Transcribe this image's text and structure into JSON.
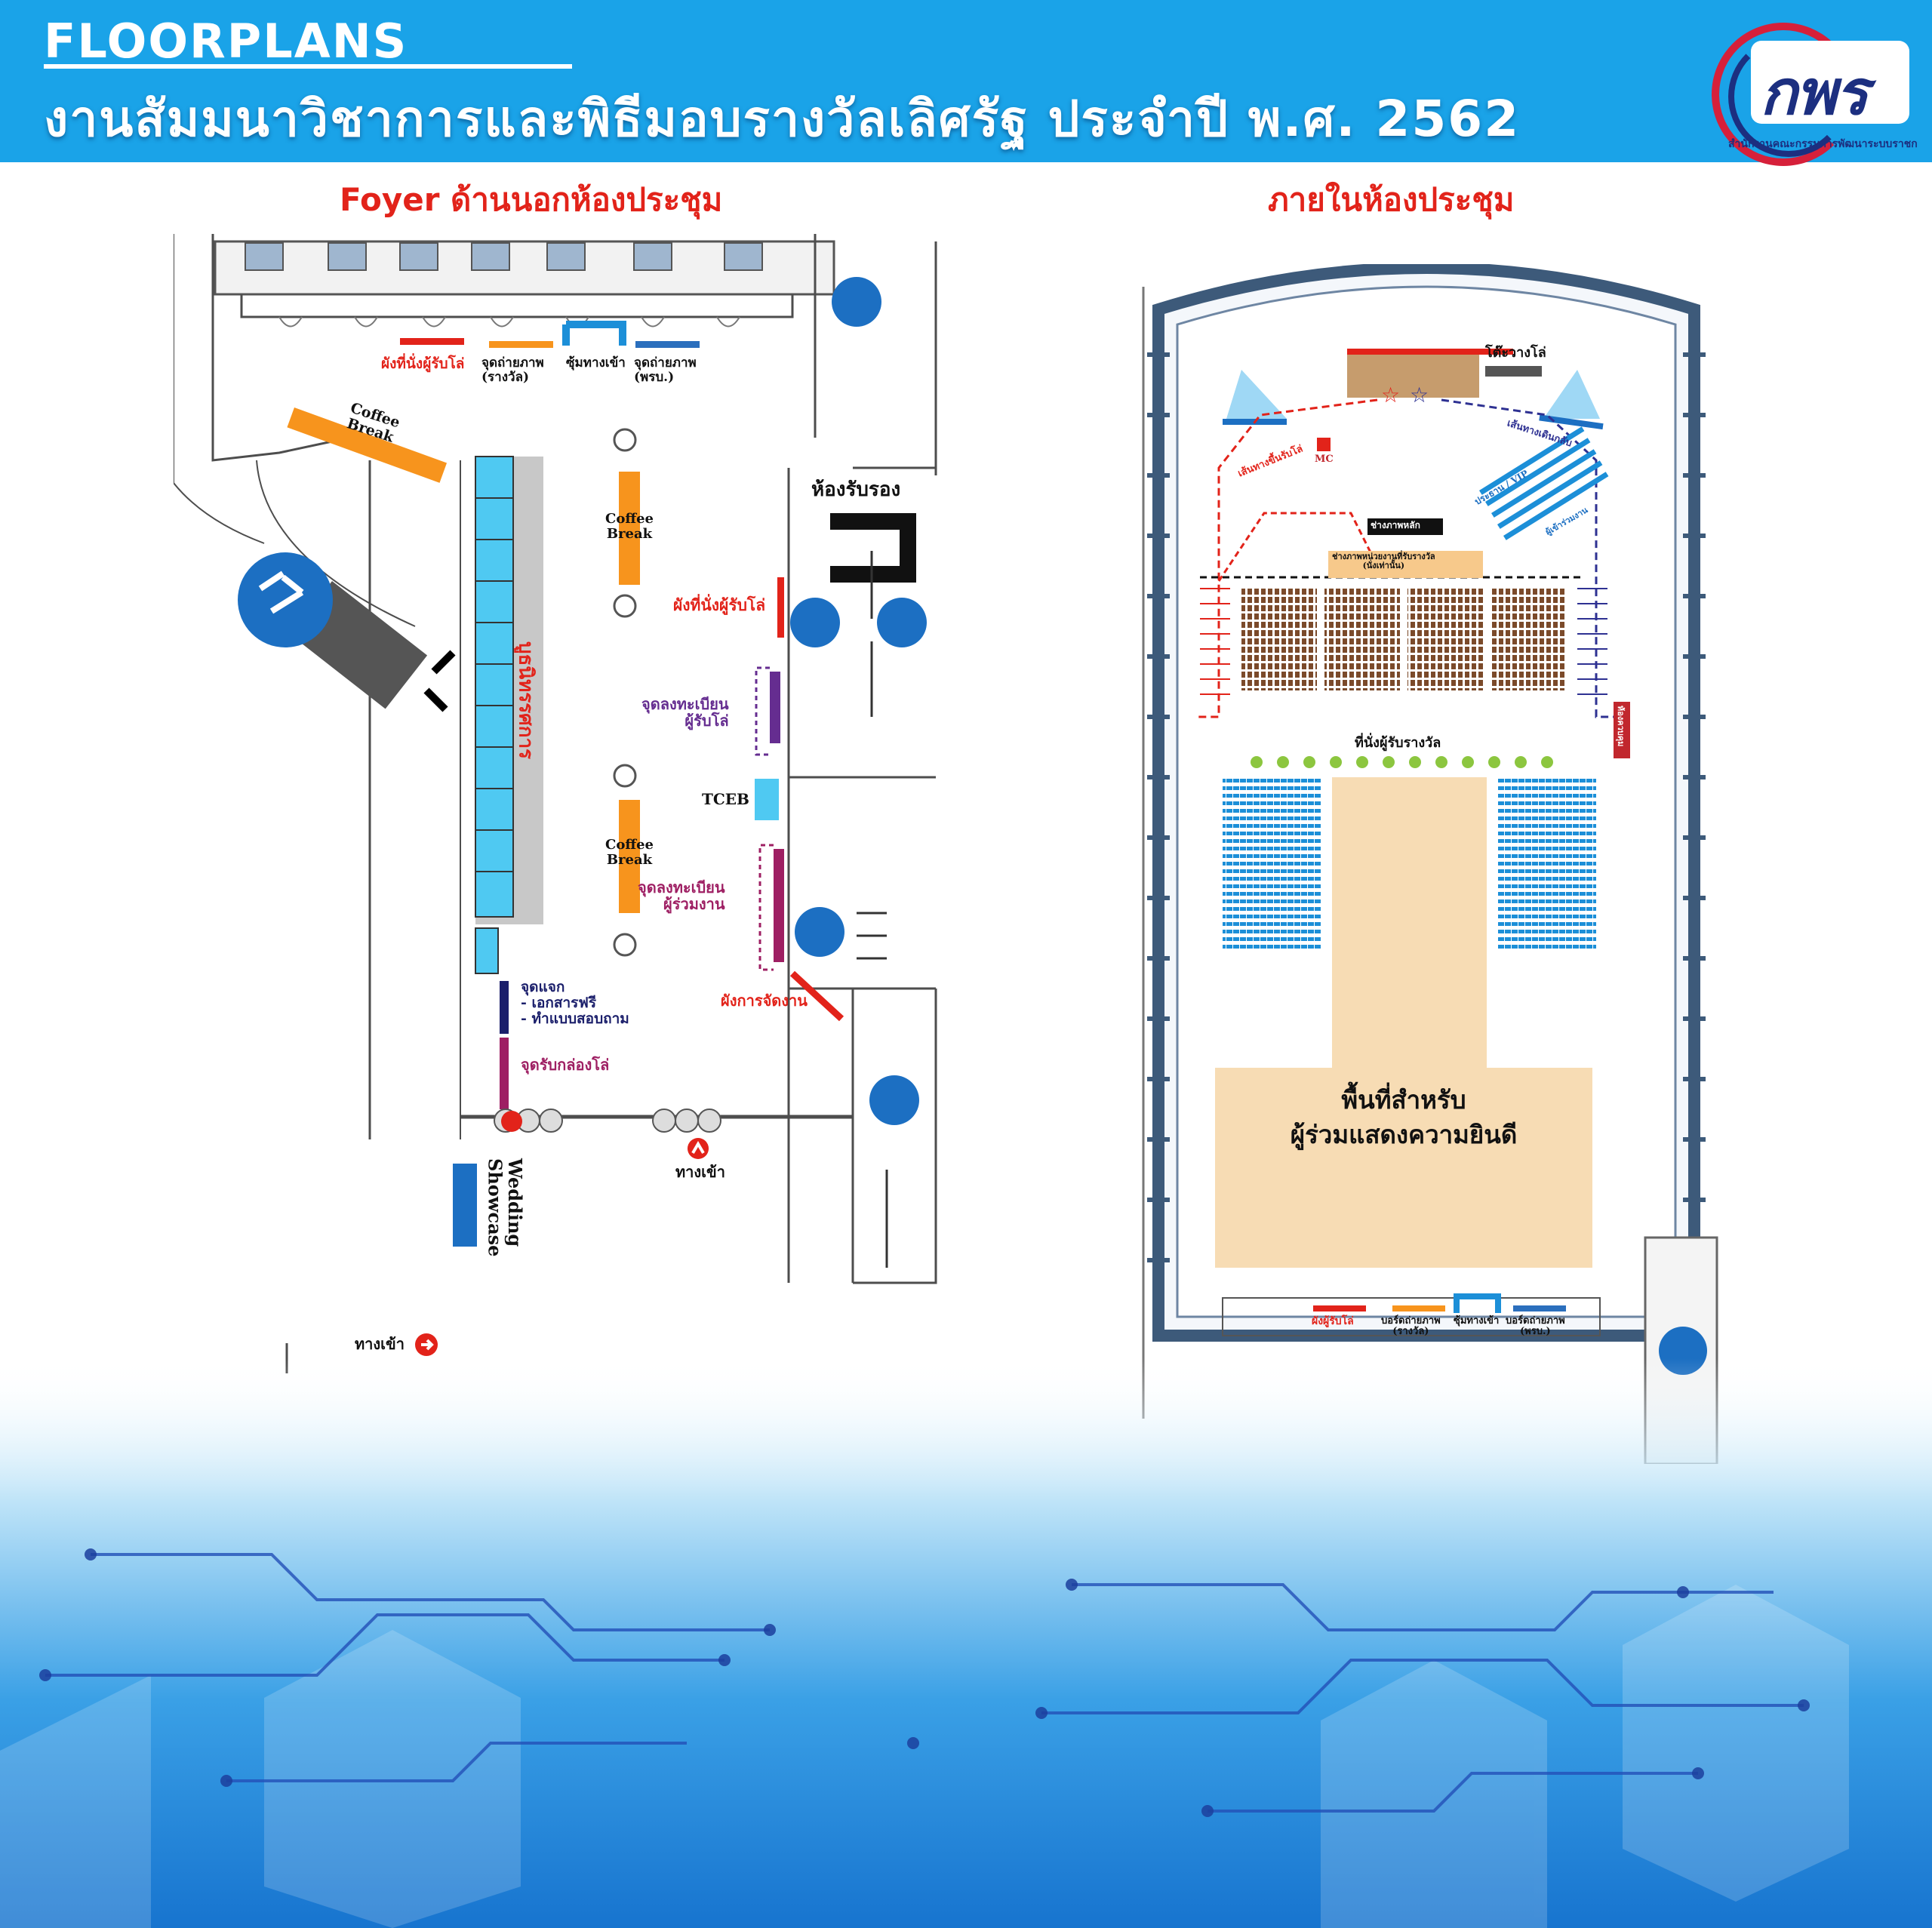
{
  "header": {
    "title": "FLOORPLANS",
    "subtitle": "งานสัมมนาวิชาการและพิธีมอบรางวัลเลิศรัฐ ประจำปี พ.ศ. 2562",
    "logo_text": "กพร",
    "logo_caption": "สำนักงานคณะกรรมการพัฒนาระบบราชการ"
  },
  "colors": {
    "header_bg": "#1aa3e8",
    "title_red": "#e2231a",
    "coffee_orange": "#f7941d",
    "registration_cyan": "#4fc9f2",
    "awardee_purple": "#652d90",
    "attendee_magenta": "#9e1f63",
    "exit_red": "#c1272d",
    "seat_brown": "#7b4a2a",
    "seat_blue": "#1c8fd8",
    "celebrate_area": "#f7dcb4",
    "navy_line": "#2e3192"
  },
  "foyer": {
    "title": "Foyer ด้านนอกห้องประชุม",
    "labels": {
      "awardee_chart_top": "ผังที่นั่งผู้รับโล่",
      "photo_point_award": "จุดถ่ายภาพ\n(รางวัล)",
      "entrance_arch": "ซุ้มทางเข้า",
      "photo_point_minister": "จุดถ่ายภาพ\n(พรบ.)",
      "coffee_break_1": "Coffee\nBreak",
      "coffee_break_2": "Coffee\nBreak",
      "coffee_break_3": "Coffee\nBreak",
      "reception_room": "ห้องรับรอง",
      "awardee_chart_side": "ผังที่นั่งผู้รับโล่",
      "exhibition": "บูธนิทรรศการ",
      "awardee_registration": "จุดลงทะเบียน\nผู้รับโล่",
      "tceb": "TCEB",
      "attendee_registration": "จุดลงทะเบียน\nผู้ร่วมงาน",
      "event_chart": "ผังการจัดงาน",
      "handout_point": "จุดแจก\n- เอกสารฟรี\n- ทำแบบสอบถาม",
      "award_box_pickup": "จุดรับกล่องโล่",
      "entrance_inner": "ทางเข้า",
      "wedding_showcase": "Wedding\nShowcase",
      "entrance_outer": "ทางเข้า"
    }
  },
  "hall": {
    "title": "ภายในห้องประชุม",
    "labels": {
      "award_table": "โต๊ะวางโล่",
      "mc": "MC",
      "route_up": "เส้นทางขึ้นรับโล่",
      "route_back": "เส้นทางเดินกลับ",
      "vip_section": "ประธาน / VIP",
      "guests": "ผู้เข้าร่วมงาน",
      "main_photographer": "ช่างภาพหลัก",
      "agency_photographers": "ช่างภาพหน่วยงานที่รับรางวัล\n(นั่งเท่านั้น)",
      "awardee_seats": "ที่นั่งผู้รับรางวัล",
      "control": "ห้องควบคุม",
      "celebration_area": "พื้นที่สำหรับ\nผู้ร่วมแสดงความยินดี",
      "awardee_chart_bottom": "ผังผู้รับโล่",
      "photo_board_award": "บอร์ดถ่ายภาพ\n(รางวัล)",
      "entrance_arch_bottom": "ซุ้มทางเข้า",
      "photo_board_minister": "บอร์ดถ่ายภาพ\n(พรบ.)"
    }
  }
}
